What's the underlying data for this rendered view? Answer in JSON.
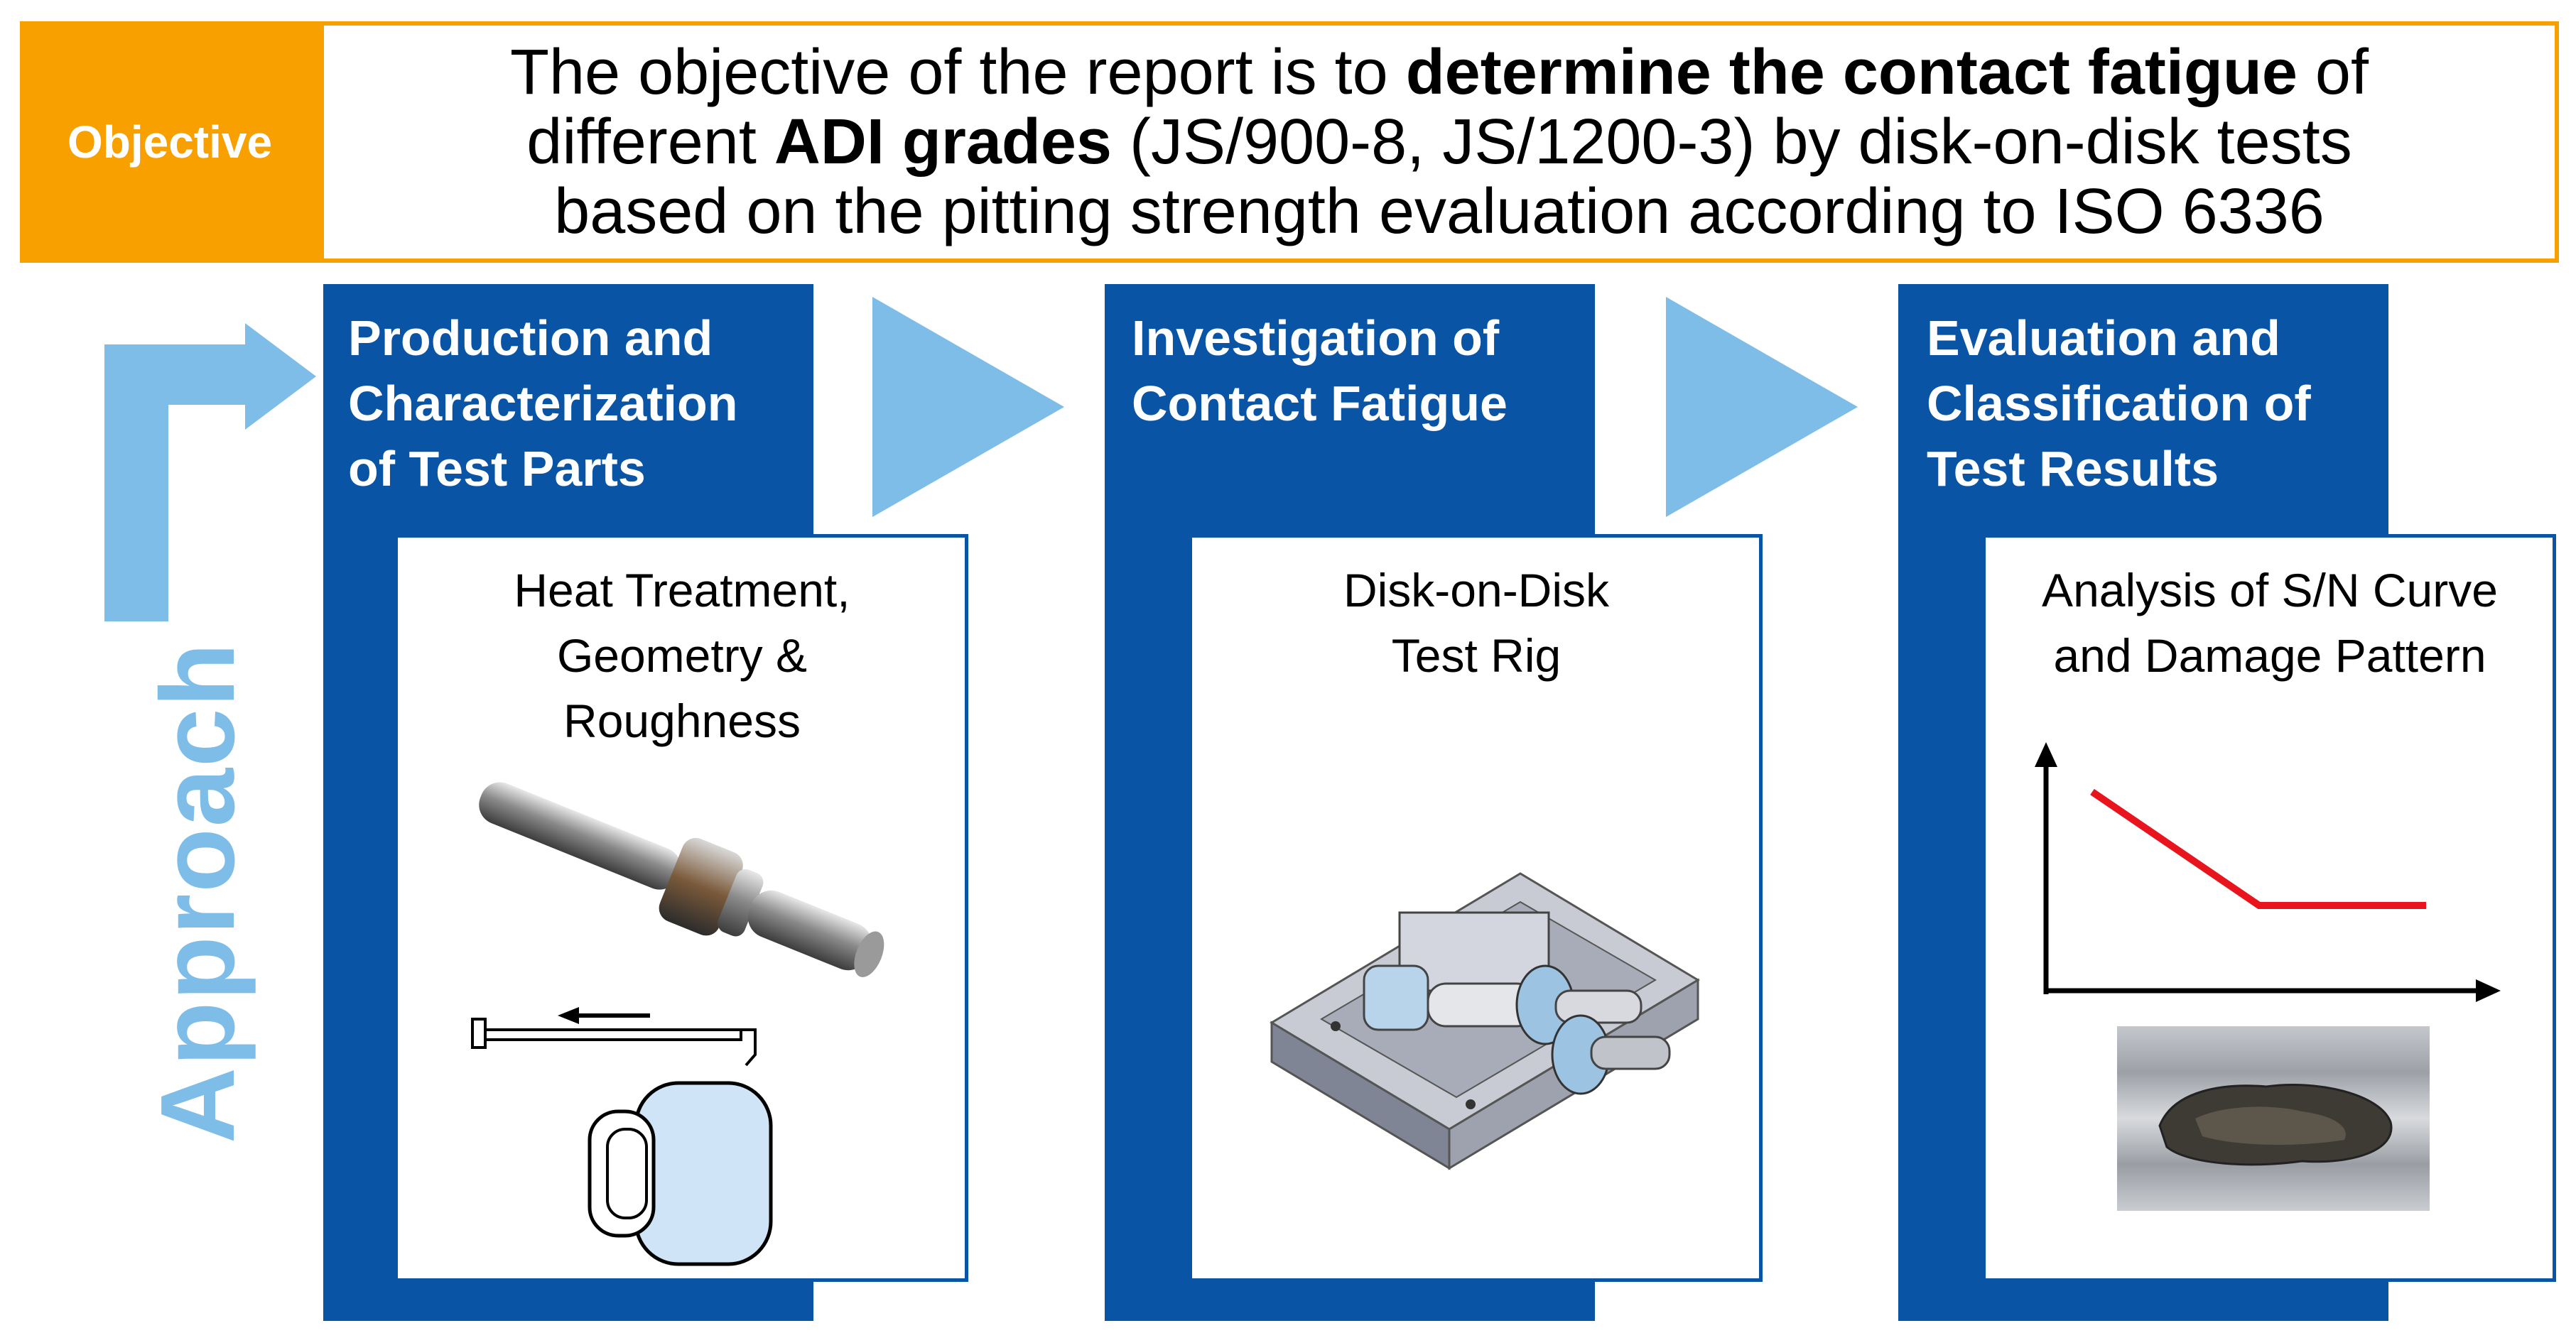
{
  "objective": {
    "label": "Objective",
    "text_parts": [
      {
        "text": "The objective of the report is to ",
        "bold": false
      },
      {
        "text": "determine the contact fatigue",
        "bold": true
      },
      {
        "text": " of different ",
        "bold": false
      },
      {
        "text": "ADI grades",
        "bold": true
      },
      {
        "text": " (JS/900-8, JS/1200-3) by disk-on-disk tests based on the pitting strength evaluation according to ISO 6336",
        "bold": false
      }
    ]
  },
  "approach": {
    "label": "Approach"
  },
  "steps": [
    {
      "title": "Production and\nCharacterization\nof Test Parts",
      "caption": "Heat Treatment,\nGeometry &\nRoughness",
      "image": "shaft-and-roughness-measurement-illustration"
    },
    {
      "title": "Investigation of\nContact Fatigue",
      "caption": "Disk-on-Disk\nTest Rig",
      "image": "disk-on-disk-test-rig-cad-render"
    },
    {
      "title": "Evaluation  and\nClassification of\nTest Results",
      "caption": "Analysis of S/N Curve\nand Damage Pattern",
      "image": "sn-curve-and-pitting-damage-photo"
    }
  ],
  "colors": {
    "objective_orange": "#f7a000",
    "step_blue": "#0a54a5",
    "arrow_light_blue": "#7fbde9",
    "sn_curve_red": "#e8141e"
  }
}
